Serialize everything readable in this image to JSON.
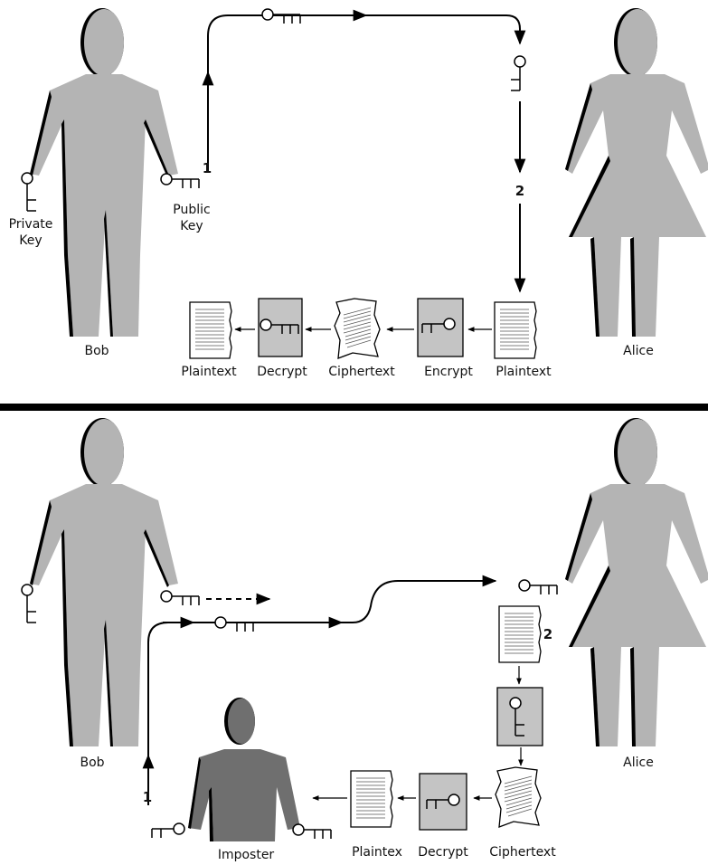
{
  "colors": {
    "person": "#b4b4b4",
    "imposter": "#6f6f6f",
    "outline": "#000000",
    "box": "#c4c4c4",
    "paper": "#ffffff",
    "divider": "#000000"
  },
  "top": {
    "bob_label": "Bob",
    "alice_label": "Alice",
    "private_key_label_line1": "Private",
    "private_key_label_line2": "Key",
    "public_key_label_line1": "Public",
    "public_key_label_line2": "Key",
    "step1": "1",
    "step2": "2",
    "pipeline": {
      "plaintext_out": "Plaintext",
      "decrypt": "Decrypt",
      "ciphertext": "Ciphertext",
      "encrypt": "Encrypt",
      "plaintext_in": "Plaintext"
    }
  },
  "bottom": {
    "bob_label": "Bob",
    "alice_label": "Alice",
    "imposter_label": "Imposter",
    "step1": "1",
    "step2": "2",
    "pipeline": {
      "plaintext": "Plaintex",
      "decrypt": "Decrypt",
      "ciphertext": "Ciphertext"
    }
  }
}
